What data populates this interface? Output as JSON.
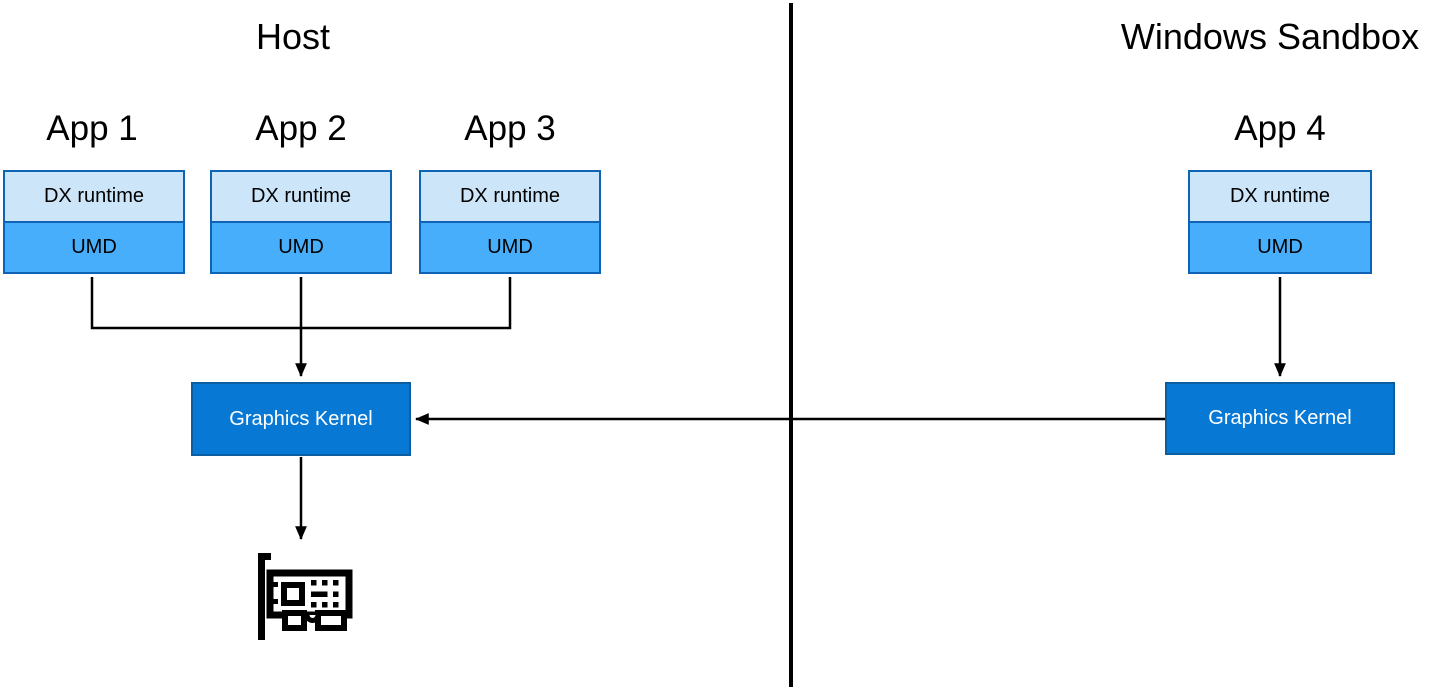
{
  "host": {
    "title": "Host",
    "apps": [
      {
        "label": "App 1",
        "layers": {
          "dx": "DX runtime",
          "umd": "UMD"
        }
      },
      {
        "label": "App 2",
        "layers": {
          "dx": "DX runtime",
          "umd": "UMD"
        }
      },
      {
        "label": "App 3",
        "layers": {
          "dx": "DX runtime",
          "umd": "UMD"
        }
      }
    ],
    "kernel_label": "Graphics Kernel"
  },
  "sandbox": {
    "title": "Windows Sandbox",
    "apps": [
      {
        "label": "App 4",
        "layers": {
          "dx": "DX runtime",
          "umd": "UMD"
        }
      }
    ],
    "kernel_label": "Graphics Kernel"
  },
  "icons": {
    "gpu": "graphics-card-icon"
  },
  "colors": {
    "dx_runtime_fill": "#cce5f9",
    "umd_fill": "#47aefb",
    "app_box_border": "#0e63b5",
    "kernel_fill": "#0778d4",
    "kernel_border": "#0b5fa0",
    "kernel_text": "#ffffff",
    "connector": "#000000",
    "background": "#ffffff"
  }
}
